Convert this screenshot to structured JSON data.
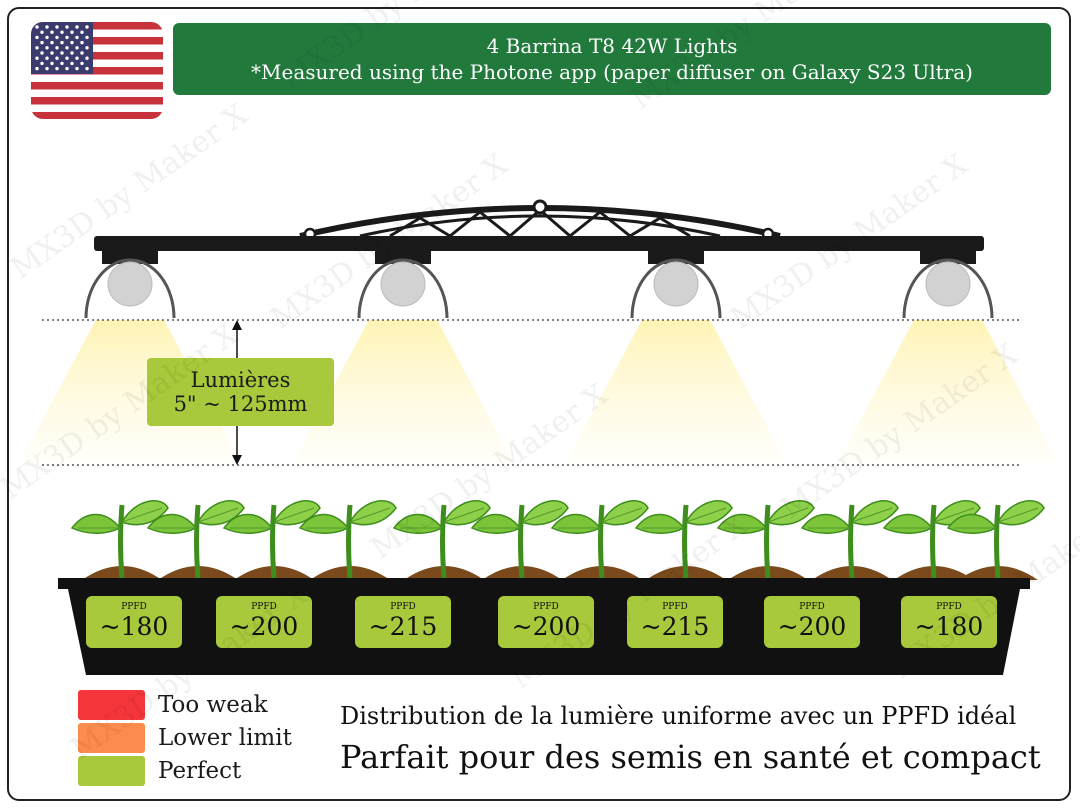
{
  "colors": {
    "banner": "#217a3c",
    "label_green": "#a7c93b",
    "too_weak": "#f4363b",
    "lower_limit": "#fc8c4e",
    "perfect": "#a7c93b"
  },
  "flag": {
    "icon": "us-flag-icon"
  },
  "header": {
    "line1": "4 Barrina T8 42W Lights",
    "line2": "*Measured using the Photone app (paper diffuser on Galaxy S23 Ultra)"
  },
  "height_label": {
    "line1": "Lumières",
    "line2": "5\" ~ 125mm"
  },
  "ppfd": [
    {
      "label": "PPFD",
      "value": "~180"
    },
    {
      "label": "PPFD",
      "value": "~200"
    },
    {
      "label": "PPFD",
      "value": "~215"
    },
    {
      "label": "PPFD",
      "value": "~200"
    },
    {
      "label": "PPFD",
      "value": "~215"
    },
    {
      "label": "PPFD",
      "value": "~200"
    },
    {
      "label": "PPFD",
      "value": "~180"
    }
  ],
  "legend": [
    {
      "label": "Too weak"
    },
    {
      "label": "Lower limit"
    },
    {
      "label": "Perfect"
    }
  ],
  "caption": {
    "line1": "Distribution de la lumière uniforme avec un PPFD idéal",
    "line2": "Parfait pour des semis en santé et compact"
  },
  "watermark": "MX3D by Maker X"
}
